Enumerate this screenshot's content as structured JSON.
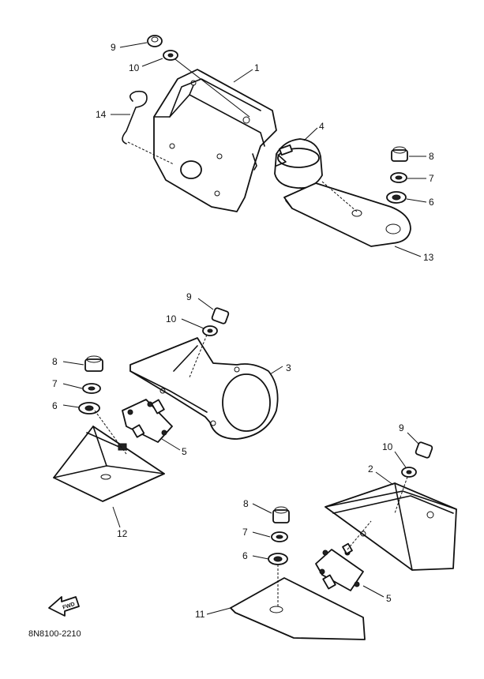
{
  "diagram": {
    "code": "8N8100-2210",
    "arrow_text": "FWD",
    "callouts": {
      "a1": "1",
      "a4": "4",
      "a8": "8",
      "a7": "7",
      "a6": "6",
      "a9": "9",
      "a10": "10",
      "a13": "13",
      "a14": "14",
      "b9": "9",
      "b10": "10",
      "b8": "8",
      "b7": "7",
      "b6": "6",
      "b3": "3",
      "b5": "5",
      "b12": "12",
      "c9": "9",
      "c10": "10",
      "c2": "2",
      "c8": "8",
      "c7": "7",
      "c6": "6",
      "c5": "5",
      "c11": "11"
    }
  }
}
